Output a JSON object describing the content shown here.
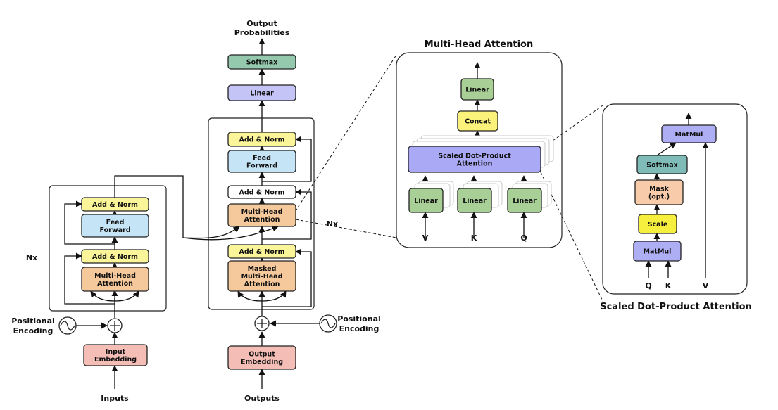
{
  "colors": {
    "add_norm": "#fbf59a",
    "feed_forward": "#c5e4f6",
    "attention": "#f5c99b",
    "embedding": "#f4bdb6",
    "linear_blue": "#c4c4f6",
    "softmax": "#95c9ad",
    "linear_green": "#a8cf96",
    "concat": "#fbf27c",
    "sdpa": "#a9a9f5",
    "teal": "#7fbcb8",
    "mask": "#f8ccaa",
    "scale": "#f7ef3d",
    "matmul": "#aeaef4",
    "white": "#ffffff"
  },
  "encoder": {
    "add_norm_top": "Add & Norm",
    "feed_forward": [
      "Feed",
      "Forward"
    ],
    "add_norm_bottom": "Add & Norm",
    "attention": [
      "Multi-Head",
      "Attention"
    ],
    "nx": "Nx",
    "positional": [
      "Positional",
      "Encoding"
    ],
    "embedding": [
      "Input",
      "Embedding"
    ],
    "input_label": "Inputs"
  },
  "decoder": {
    "output_probs": [
      "Output",
      "Probabilities"
    ],
    "softmax": "Softmax",
    "linear": "Linear",
    "add_norm_top": "Add & Norm",
    "feed_forward": [
      "Feed",
      "Forward"
    ],
    "add_norm_mid": "Add & Norm",
    "cross_attention": [
      "Multi-Head",
      "Attention"
    ],
    "nx": "Nx",
    "add_norm_bottom": "Add & Norm",
    "masked_attention": [
      "Masked",
      "Multi-Head",
      "Attention"
    ],
    "positional": [
      "Positional",
      "Encoding"
    ],
    "embedding": [
      "Output",
      "Embedding"
    ],
    "output_label": "Outputs"
  },
  "mha": {
    "title": "Multi-Head Attention",
    "linear_top": "Linear",
    "concat": "Concat",
    "sdpa": [
      "Scaled Dot-Product",
      "Attention"
    ],
    "linear_v": "Linear",
    "linear_k": "Linear",
    "linear_q": "Linear",
    "v": "V",
    "k": "K",
    "q": "Q"
  },
  "sdpa_detail": {
    "title": "Scaled Dot-Product Attention",
    "matmul_top": "MatMul",
    "softmax": "Softmax",
    "mask": [
      "Mask",
      "(opt.)"
    ],
    "scale": "Scale",
    "matmul_bottom": "MatMul",
    "q": "Q",
    "k": "K",
    "v": "V"
  }
}
